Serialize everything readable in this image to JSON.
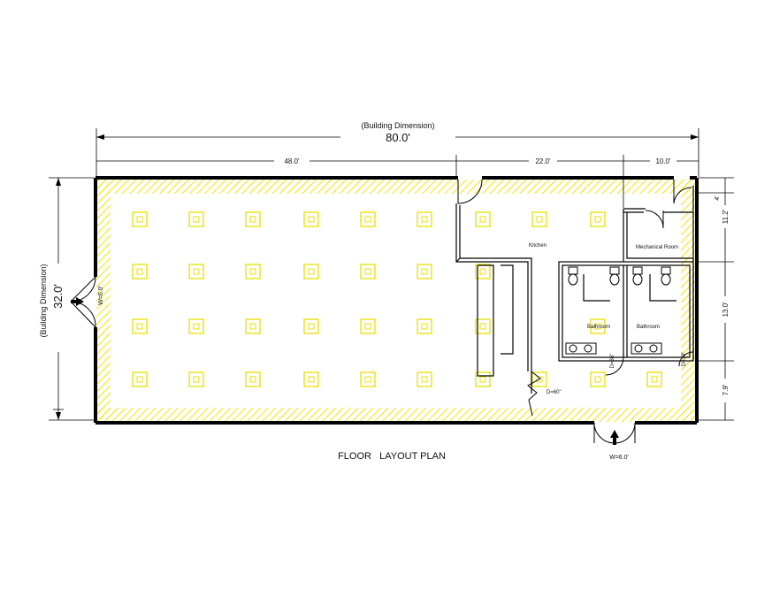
{
  "dimensions": {
    "building_caption_top": "(Building Dimension)",
    "overall_length": "80.0'",
    "segment_left": "48.0'",
    "segment_mid": "22.0'",
    "segment_right": "10.0'",
    "building_caption_side": "(Building Dimension)",
    "overall_width": "32.0'",
    "right_top": "4'",
    "right_upper": "11.2'",
    "right_mid": "13.0'",
    "right_low": "7.9'"
  },
  "rooms": {
    "kitchen": "Kitchen",
    "mechanical": "Mechanical Room",
    "bathroom_1": "Bathroom",
    "bathroom_2": "Bathroom"
  },
  "doors": {
    "left_entry": "W=6.0'",
    "bottom_entry": "W=6.0'",
    "interior_door": "D=60\"",
    "bath_door_1": "D=36\"",
    "bath_door_2": "D=36\""
  },
  "plan_title": "FLOOR   LAYOUT PLAN",
  "colors": {
    "hatch": "#f2e600",
    "light_fixture": "#e8e000",
    "wall": "#000000"
  }
}
